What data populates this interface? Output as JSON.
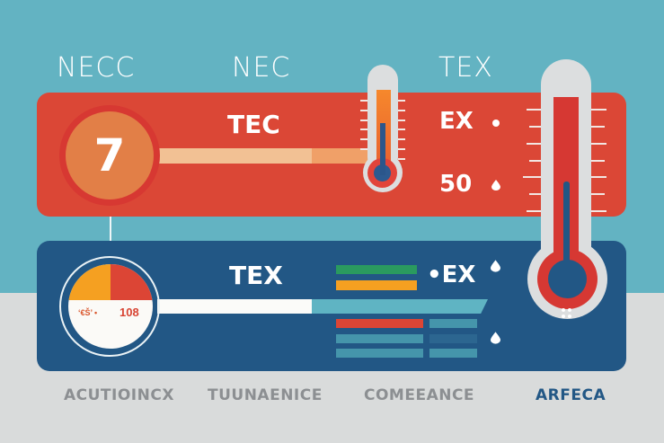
{
  "top_labels": [
    "NECC",
    "NEC",
    "TEX"
  ],
  "red_panel": {
    "badge": "7",
    "title": "TEC",
    "row1_label": "EX",
    "row2_value": "50"
  },
  "blue_panel": {
    "title": "TEX",
    "ex_label": "•EX",
    "gauge_left_text": "‘€Š’ •",
    "gauge_value": "108"
  },
  "bottom_labels": [
    "ACUTIOINCX",
    "TUUNAENICE",
    "COMEEANCE",
    "ARFECA"
  ],
  "colors": {
    "sky": "#63b3c2",
    "ground": "#d9dbdb",
    "red_panel": "#db4736",
    "blue_panel": "#225785",
    "orange": "#f5a021",
    "green": "#2a9a5f",
    "active_label": "#225785",
    "inactive_label": "#8c8f92"
  }
}
